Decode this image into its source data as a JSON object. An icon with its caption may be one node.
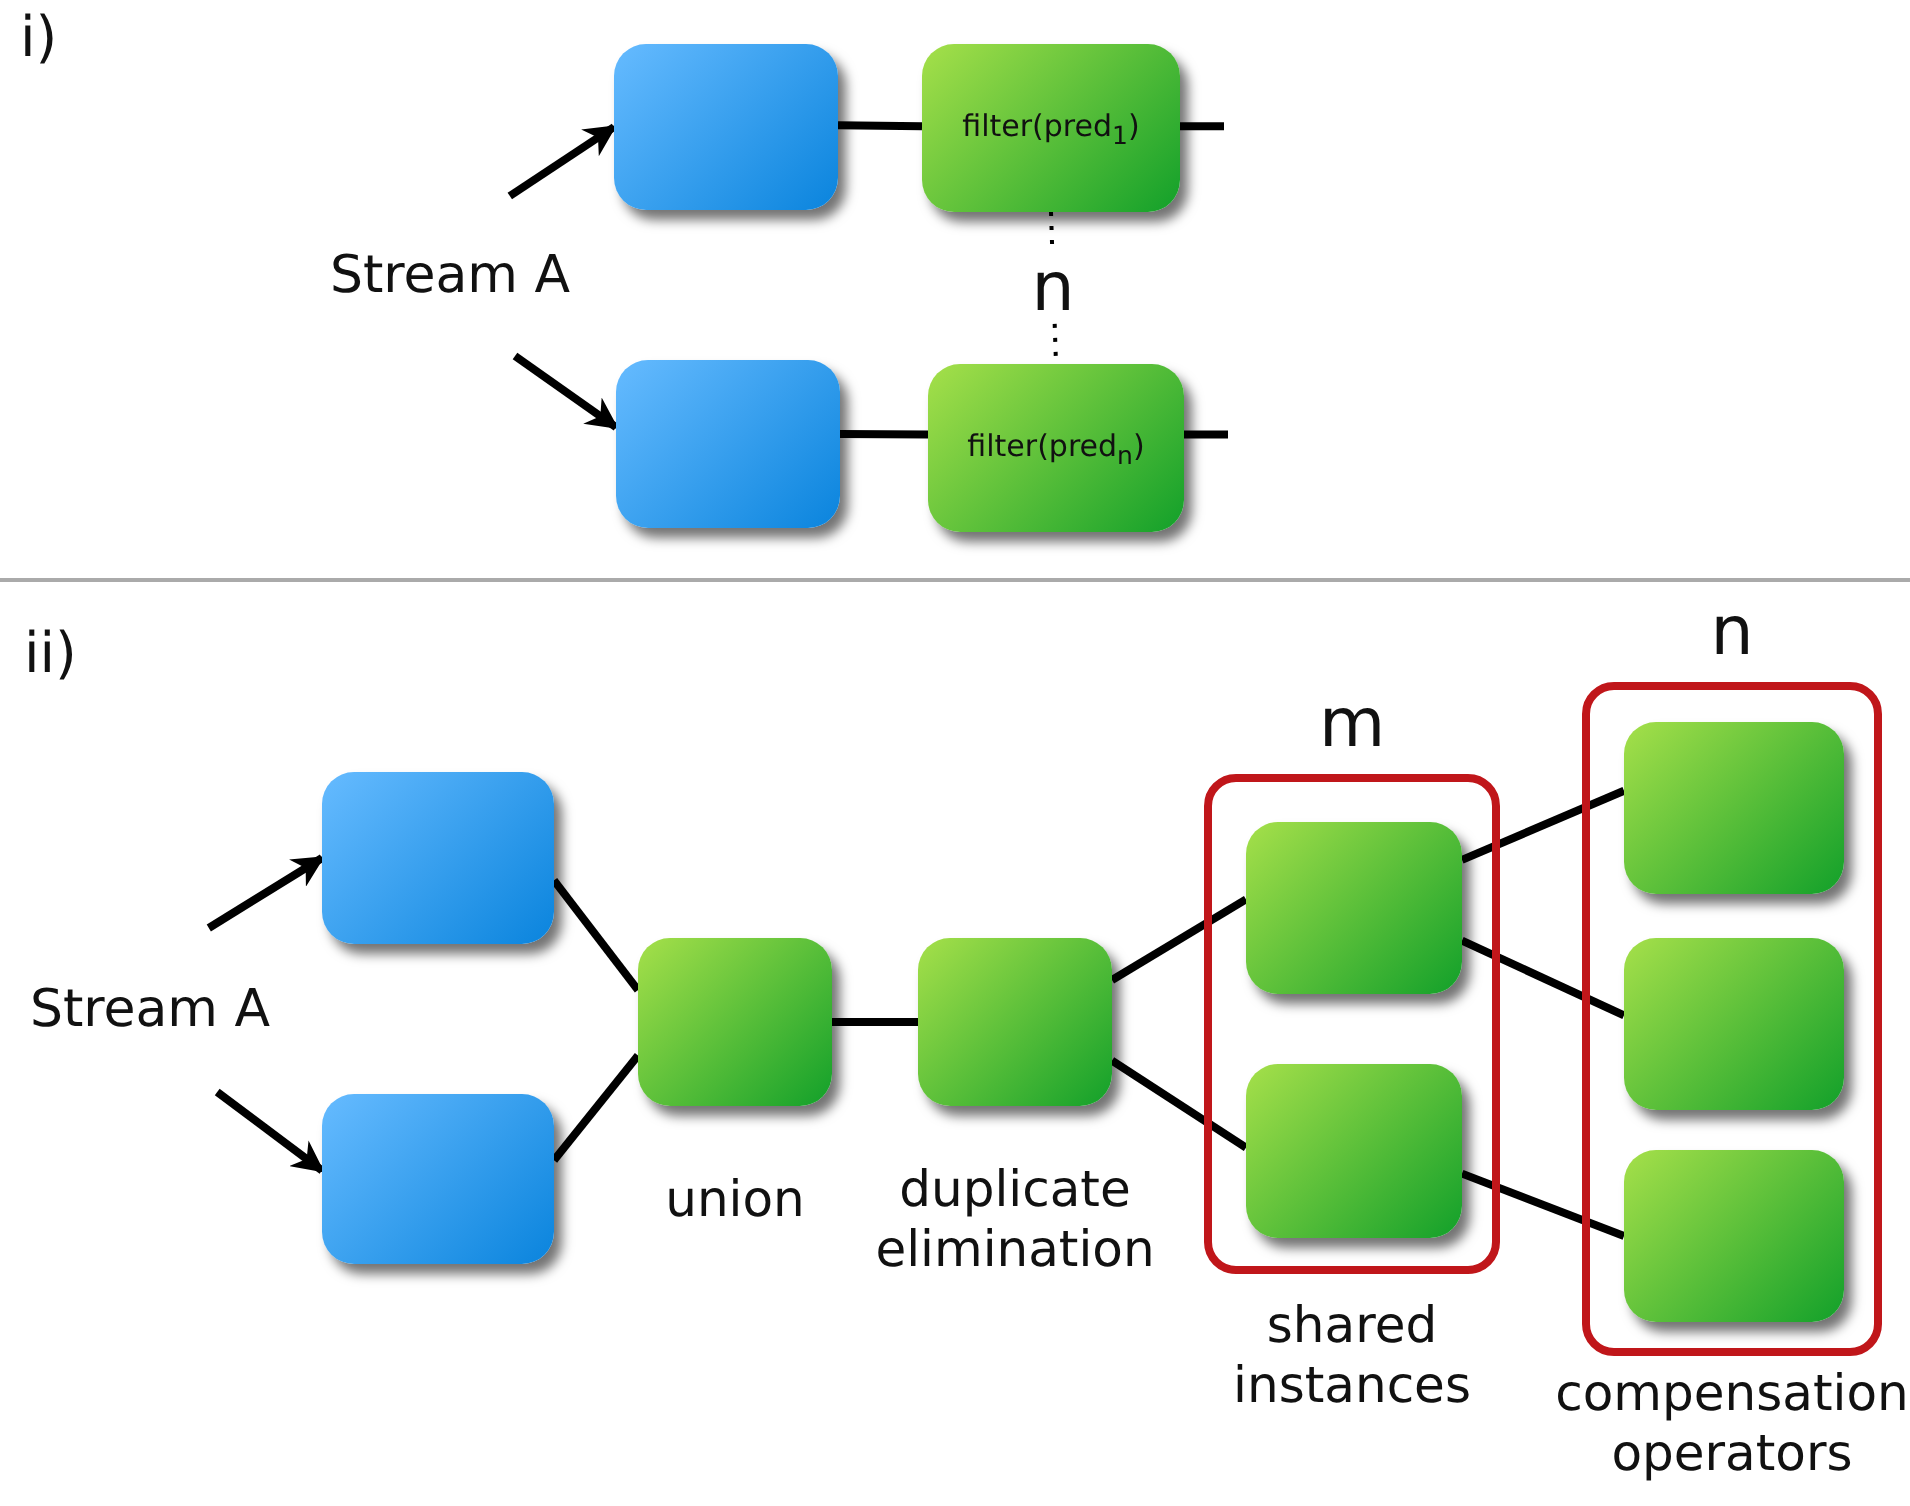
{
  "diagram": {
    "nodes": [
      {
        "text": [
          "Stream A"
        ]
      },
      {
        "text": [],
        "shape": "box"
      },
      {
        "text": [
          "filter(pred$_{1}$)"
        ]
      },
      {
        "text": [],
        "shape": "box"
      },
      {
        "text": [
          "filter(pred$_{n}$)"
        ]
      },
      {
        "text": [
          "Stream A"
        ]
      },
      {
        "text": [],
        "shape": "box"
      },
      {
        "text": [],
        "shape": "box"
      },
      {
        "text": [],
        "shape": "box",
        "beside": [
          "union"
        ]
      },
      {
        "text": [],
        "shape": "box",
        "beside": [
          "duplicate elimination"
        ]
      },
      {
        "text": [
          "m"
        ],
        "beside": [
          "shared instances"
        ]
      },
      {
        "text": [],
        "shape": "box",
        "in": 10
      },
      {
        "text": [],
        "shape": "box",
        "in": 10
      },
      {
        "text": [
          "n"
        ],
        "beside": [
          "compensation operators"
        ]
      },
      {
        "text": [],
        "shape": "box",
        "in": 13
      },
      {
        "text": [],
        "shape": "box",
        "in": 13
      },
      {
        "text": [],
        "shape": "box",
        "in": 13
      }
    ],
    "edges": [
      {
        "from": 0,
        "to": 1,
        "arrow": "to"
      },
      {
        "from": 0,
        "to": 3,
        "arrow": "to"
      },
      {
        "from": 1,
        "to": 2,
        "arrow": "none"
      },
      {
        "from": 2,
        "to": null,
        "arrow": "none"
      },
      {
        "from": 3,
        "to": 4,
        "arrow": "none"
      },
      {
        "from": 4,
        "to": null,
        "arrow": "none"
      },
      {
        "from": 2,
        "to": 4,
        "arrow": "none",
        "style": "dashed",
        "label": "n"
      },
      {
        "from": 5,
        "to": 6,
        "arrow": "to"
      },
      {
        "from": 5,
        "to": 7,
        "arrow": "to"
      },
      {
        "from": 6,
        "to": 8,
        "arrow": "none"
      },
      {
        "from": 7,
        "to": 8,
        "arrow": "none"
      },
      {
        "from": 8,
        "to": 9,
        "arrow": "none"
      },
      {
        "from": 9,
        "to": 11,
        "arrow": "none"
      },
      {
        "from": 9,
        "to": 12,
        "arrow": "none"
      },
      {
        "from": 11,
        "to": 14,
        "arrow": "none"
      },
      {
        "from": 11,
        "to": 15,
        "arrow": "none"
      },
      {
        "from": 12,
        "to": 16,
        "arrow": "none"
      }
    ],
    "labels": [
      "i)",
      "ii)"
    ]
  }
}
